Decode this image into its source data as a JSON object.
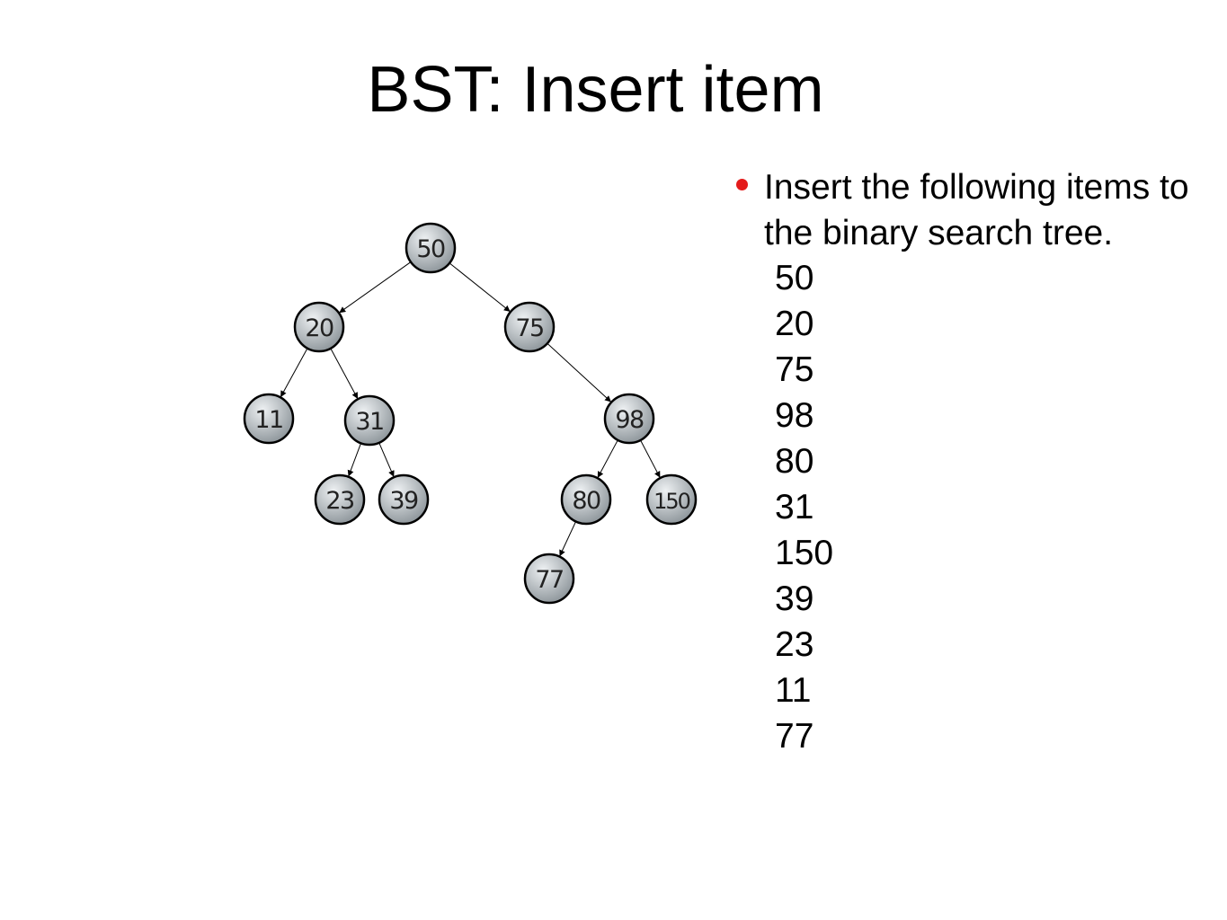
{
  "slide": {
    "title": "BST: Insert item",
    "bullet_text": "Insert the following items to the binary search tree.",
    "items": [
      "50",
      "20",
      "75",
      "98",
      "80",
      "31",
      "150",
      "39",
      "23",
      "11",
      "77"
    ],
    "colors": {
      "bullet": "#e41b1b",
      "node_fill_light": "#eef1f3",
      "node_fill_dark": "#8f979c",
      "node_stroke": "#000000",
      "edge": "#000000"
    }
  },
  "tree": {
    "nodes": [
      {
        "id": "n50",
        "label": "50"
      },
      {
        "id": "n20",
        "label": "20"
      },
      {
        "id": "n75",
        "label": "75"
      },
      {
        "id": "n11",
        "label": "11"
      },
      {
        "id": "n31",
        "label": "31"
      },
      {
        "id": "n98",
        "label": "98"
      },
      {
        "id": "n23",
        "label": "23"
      },
      {
        "id": "n39",
        "label": "39"
      },
      {
        "id": "n80",
        "label": "80"
      },
      {
        "id": "n150",
        "label": "150"
      },
      {
        "id": "n77",
        "label": "77"
      }
    ],
    "edges": [
      {
        "from": "n50",
        "to": "n20"
      },
      {
        "from": "n50",
        "to": "n75"
      },
      {
        "from": "n20",
        "to": "n11"
      },
      {
        "from": "n20",
        "to": "n31"
      },
      {
        "from": "n75",
        "to": "n98"
      },
      {
        "from": "n31",
        "to": "n23"
      },
      {
        "from": "n31",
        "to": "n39"
      },
      {
        "from": "n98",
        "to": "n80"
      },
      {
        "from": "n98",
        "to": "n150"
      },
      {
        "from": "n80",
        "to": "n77"
      }
    ]
  }
}
